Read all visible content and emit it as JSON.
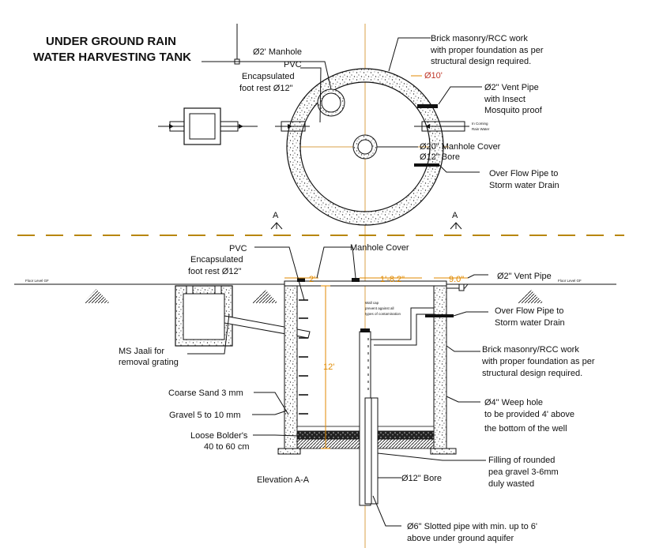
{
  "title": {
    "line1": "UNDER GROUND RAIN",
    "line2": "WATER HARVESTING TANK"
  },
  "plan": {
    "manhole_label": "Ø2' Manhole",
    "pvc_line1": "PVC",
    "pvc_line2": "Encapsulated",
    "pvc_line3": "foot rest  Ø12\"",
    "masonry_line1": "Brick masonry/RCC work",
    "masonry_line2": "with proper foundation as per",
    "masonry_line3": "structural design required.",
    "diameter_label": "Ø10'",
    "vent_line1": "Ø2\" Vent Pipe",
    "vent_line2": "with Insect",
    "vent_line3": "Mosquito proof",
    "incoming_line1": "In Coming",
    "incoming_line2": "Rain Water",
    "cover_label": "Ø20\" Manhole Cover",
    "bore_label": "Ø12\" Bore",
    "overflow_line1": "Over Flow Pipe to",
    "overflow_line2": "Storm water Drain",
    "section_mark": "A"
  },
  "elevation": {
    "pvc_line1": "PVC",
    "pvc_line2": "Encapsulated",
    "pvc_line3": "foot rest  Ø12\"",
    "manhole_cover": "Manhole Cover",
    "ground_left": "Floor Level GF",
    "ground_right": "Floor Level GF",
    "dim_left": "2'",
    "dim_mid": "1'-8.2\"",
    "dim_right": "9.0\"",
    "vent_label": "Ø2\" Vent Pipe",
    "overflow_line1": "Over Flow Pipe to",
    "overflow_line2": "Storm water Drain",
    "wall_cap_line1": "Wall cap",
    "wall_cap_line2": "prevent against all",
    "wall_cap_line3": "types of contamination",
    "jaali_line1": "MS Jaali for",
    "jaali_line2": "removal grating",
    "masonry_line1": "Brick masonry/RCC work",
    "masonry_line2": "with proper foundation as per",
    "masonry_line3": "structural design required.",
    "depth_label": "12'",
    "coarse_sand": "Coarse Sand 3 mm",
    "gravel": "Gravel 5  to 10 mm",
    "boulder_line1": "Loose Bolder's",
    "boulder_line2": "40 to 60 cm",
    "weep_line1": "Ø4\" Weep hole",
    "weep_line2": "to be provided 4' above",
    "weep_line3": "the bottom of the well",
    "filling_line1": "Filling of rounded",
    "filling_line2": "pea gravel 3-6mm",
    "filling_line3": "duly wasted",
    "caption": "Elevation A-A",
    "bore_label": "Ø12\" Bore",
    "slotted_line1": "Ø6\" Slotted pipe with min. up to 6'",
    "slotted_line2": "above under ground aquifer"
  },
  "colors": {
    "line": "#111111",
    "center_line": "#d9a24a",
    "dimension": "#e08a00",
    "diameter_text": "#c0392b"
  }
}
